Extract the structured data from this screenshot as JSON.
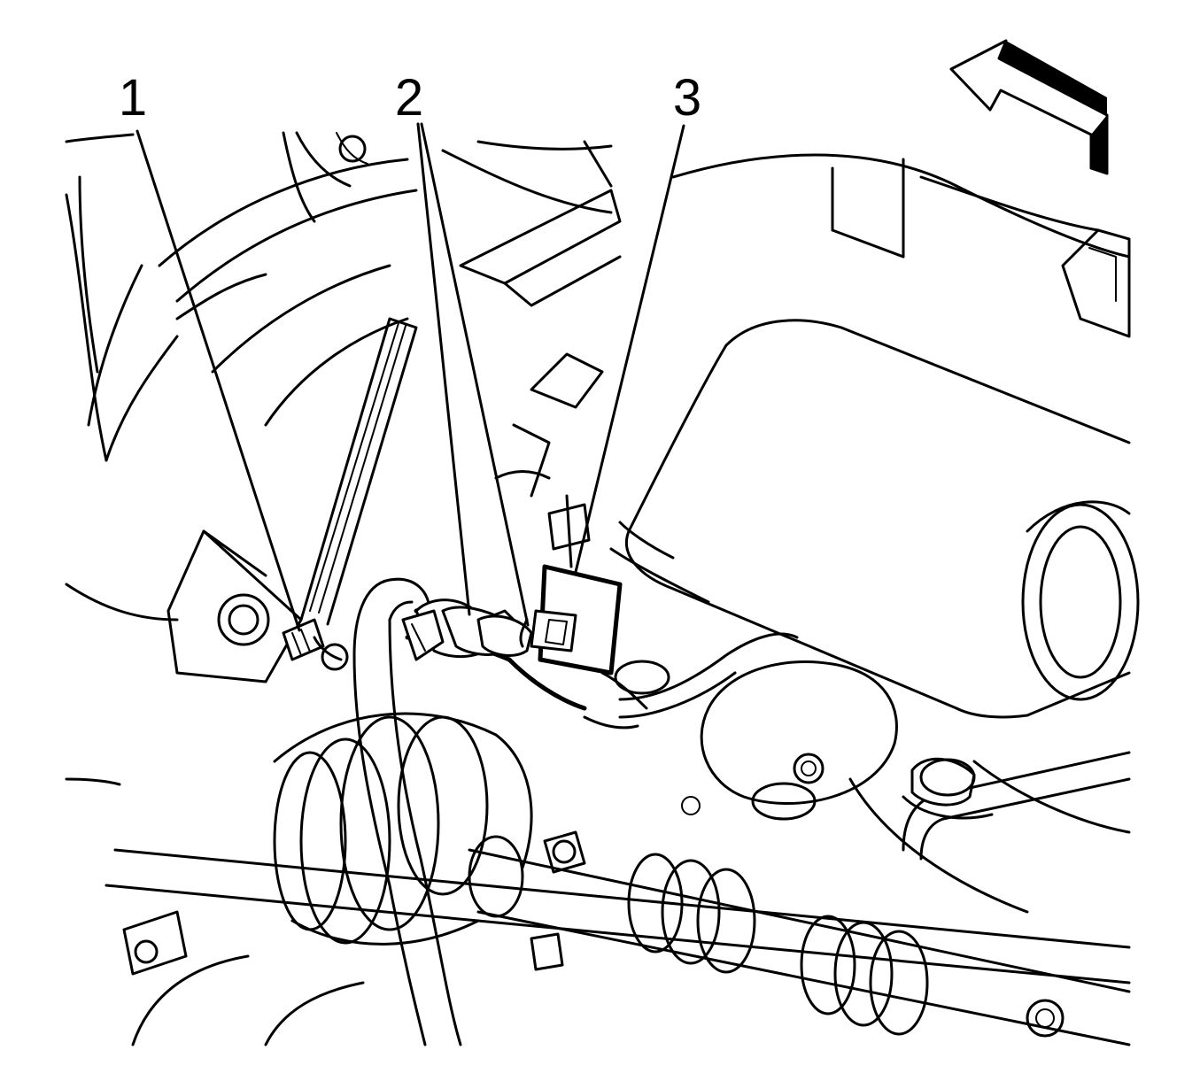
{
  "callouts": [
    {
      "label": "1"
    },
    {
      "label": "2"
    },
    {
      "label": "3"
    }
  ],
  "direction_arrow": {
    "icon": "front-direction-arrow-icon"
  },
  "colors": {
    "line": "#000000",
    "background": "#ffffff"
  }
}
